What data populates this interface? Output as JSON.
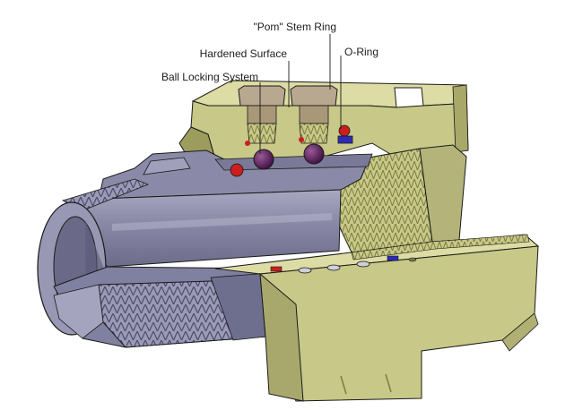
{
  "labels": {
    "stem_ring": "\"Pom\" Stem Ring",
    "hardened_surface": "Hardened Surface",
    "ball_locking": "Ball Locking System",
    "o_ring": "O-Ring"
  },
  "colors": {
    "body_fill": "#c8c888",
    "body_dark": "#9c9c5c",
    "body_light": "#dcdca4",
    "stem_fill": "#8a8aa8",
    "stem_dark": "#5c5c7c",
    "stem_light": "#b4b4cc",
    "ring_fill": "#b8a890",
    "ball": "#5a2458",
    "o_ring_red": "#cc1e1e",
    "o_ring_blue": "#2c2cb8",
    "outline": "#1a1a1a"
  }
}
